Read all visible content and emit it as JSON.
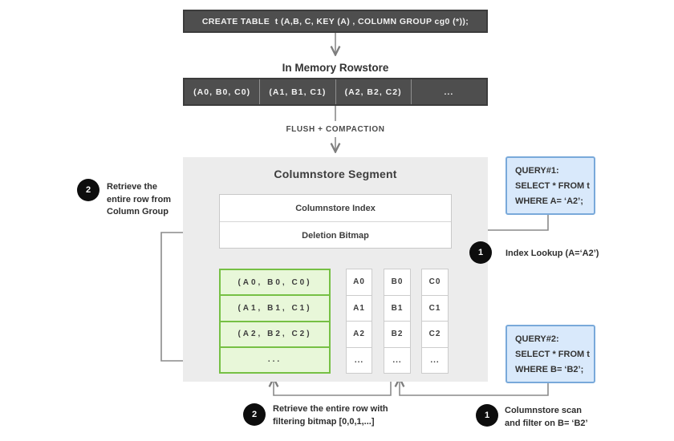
{
  "create_table": {
    "text": "CREATE TABLE  t (A,B, C, KEY (A) , COLUMN GROUP cg0 (*));"
  },
  "rowstore": {
    "title": "In Memory Rowstore",
    "cells": [
      "(A0, B0, C0)",
      "(A1, B1, C1)",
      "(A2, B2, C2)",
      "..."
    ]
  },
  "flush_label": "FLUSH + COMPACTION",
  "segment": {
    "title": "Columnstore Segment",
    "index_label": "Columnstore Index",
    "bitmap_label": "Deletion Bitmap",
    "column_group_rows": [
      "(A0, B0, C0)",
      "(A1, B1, C1)",
      "(A2, B2, C2)",
      "..."
    ],
    "columns": {
      "a": [
        "A0",
        "A1",
        "A2",
        "..."
      ],
      "b": [
        "B0",
        "B1",
        "B2",
        "..."
      ],
      "c": [
        "C0",
        "C1",
        "C2",
        "..."
      ]
    }
  },
  "queries": {
    "q1": {
      "lines": [
        "QUERY#1:",
        "SELECT * FROM t",
        "WHERE A= ‘A2’;"
      ]
    },
    "q2": {
      "lines": [
        "QUERY#2:",
        "SELECT * FROM t",
        "WHERE B= ‘B2’;"
      ]
    }
  },
  "annotations": {
    "index_lookup": {
      "badge": "1",
      "text": "Index Lookup (A=‘A2’)"
    },
    "retrieve_column_group": {
      "badge": "2",
      "lines": [
        "Retrieve the",
        "entire row from",
        "Column Group"
      ]
    },
    "retrieve_filtering": {
      "badge": "2",
      "lines": [
        "Retrieve the entire row with",
        "filtering bitmap [0,0,1,...]"
      ]
    },
    "columnstore_scan": {
      "badge": "1",
      "lines": [
        "Columnstore scan",
        "and filter on B= ‘B2’"
      ]
    }
  },
  "colors": {
    "dark_bar": "#4e4e4e",
    "segment_bg": "#ececec",
    "green_fill": "#e8f7d9",
    "green_border": "#76c044",
    "blue_fill": "#d9e9fb",
    "blue_border": "#79a9da",
    "wire": "#8a8a8a",
    "badge_bg": "#0d0d0d"
  }
}
